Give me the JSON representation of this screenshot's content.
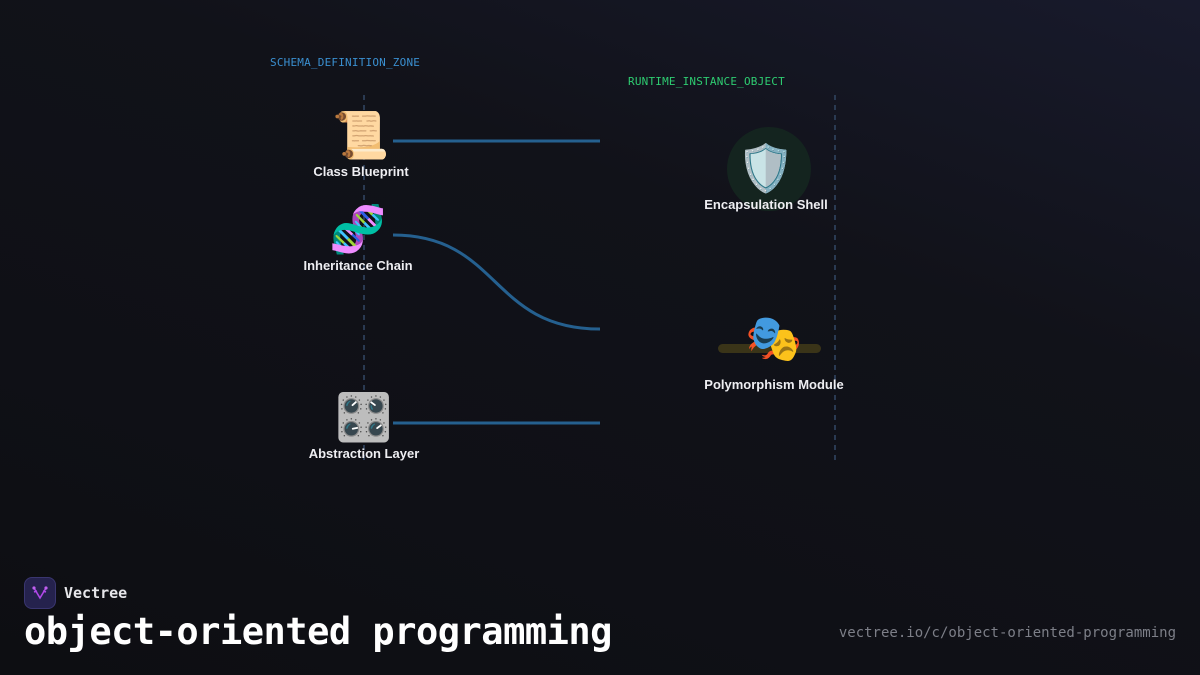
{
  "zones": {
    "schema": "SCHEMA_DEFINITION_ZONE",
    "runtime": "RUNTIME_INSTANCE_OBJECT"
  },
  "colors": {
    "schema_zone": "#3a8fd0",
    "runtime_zone": "#2ecc71",
    "wire": "#25608f"
  },
  "nodes": [
    {
      "label": "Class Blueprint",
      "icon": "scroll-icon",
      "emoji": "📜"
    },
    {
      "label": "Inheritance Chain",
      "icon": "dna-icon",
      "emoji": "🧬"
    },
    {
      "label": "Abstraction Layer",
      "icon": "control-knobs-icon",
      "emoji": "🎛️"
    },
    {
      "label": "Encapsulation Shell",
      "icon": "shield-icon",
      "emoji": "🛡️"
    },
    {
      "label": "Polymorphism Module",
      "icon": "performing-arts-masks-icon",
      "emoji": "🎭"
    }
  ],
  "brand": {
    "name": "Vectree"
  },
  "title": "object-oriented programming",
  "url": "vectree.io/c/object-oriented-programming"
}
